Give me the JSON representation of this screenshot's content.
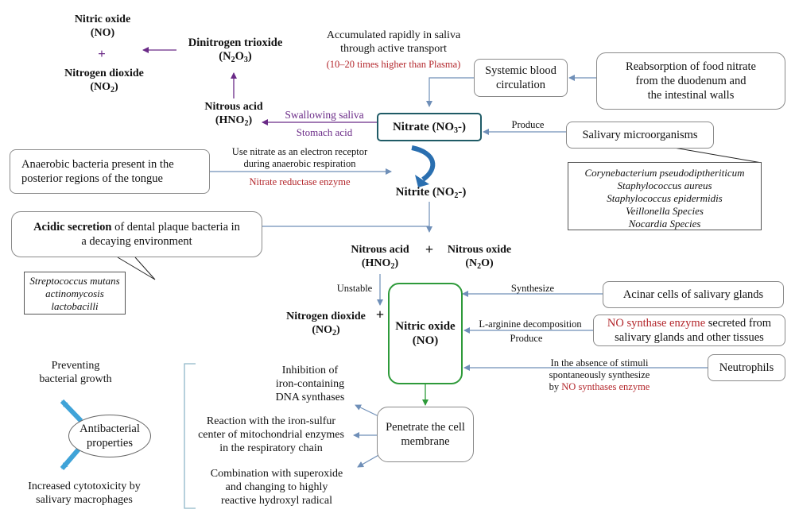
{
  "top_left": {
    "nitric_oxide": "Nitric oxide",
    "no_formula": "(NO)",
    "plus": "+",
    "nitrogen_dioxide": "Nitrogen dioxide",
    "no2_formula_main": "(NO",
    "no2_sub": "2",
    "no2_close": ")"
  },
  "dinitrogen": {
    "label": "Dinitrogen trioxide",
    "formula_main": "(N",
    "sub1": "2",
    "mid": "O",
    "sub2": "3",
    "close": ")"
  },
  "nitrous_top": {
    "label": "Nitrous acid",
    "formula_main": "(HNO",
    "sub": "2",
    "close": ")"
  },
  "swallowing": "Swallowing saliva",
  "stomach_acid": "Stomach acid",
  "accumulated": {
    "line1": "Accumulated rapidly in saliva",
    "line2": "through active transport",
    "note": "(10–20 times higher than Plasma)"
  },
  "systemic": {
    "line1": "Systemic blood",
    "line2": "circulation"
  },
  "reabsorption": {
    "line1": "Reabsorption of food nitrate",
    "line2": "from the duodenum and",
    "line3": "the intestinal walls"
  },
  "nitrate": {
    "main": "Nitrate (NO",
    "sub": "3",
    "close": "-)"
  },
  "produce_top": "Produce",
  "salivary_micro": "Salivary microorganisms",
  "micro_species": [
    "Corynebacterium pseudodiptheriticum",
    "Staphylococcus aureus",
    "Staphylococcus epidermidis",
    "Veillonella Species",
    "Nocardia Species"
  ],
  "anaerobic": {
    "line1": "Anaerobic bacteria present in the",
    "line2": "posterior regions of the tongue"
  },
  "use_nitrate": {
    "line1": "Use nitrate as an electron receptor",
    "line2": "during anaerobic respiration"
  },
  "reductase": "Nitrate reductase enzyme",
  "nitrite": {
    "main": "Nitrite (NO",
    "sub": "2",
    "close": "-)"
  },
  "acidic": {
    "bold": "Acidic secretion",
    "rest": " of dental plaque bacteria in",
    "line2": "a decaying environment"
  },
  "plaque_species": [
    "Streptococcus mutans",
    "actinomycosis",
    "lactobacilli"
  ],
  "nitrous_mid": {
    "label": "Nitrous acid",
    "formula_main": "(HNO",
    "sub": "2",
    "close": ")"
  },
  "plus_mid": "+",
  "nitrous_oxide": {
    "label": "Nitrous oxide",
    "formula_main": "(N",
    "sub": "2",
    "close": "O)"
  },
  "unstable": "Unstable",
  "nitrogen_dioxide_mid": {
    "label": "Nitrogen dioxide",
    "formula_main": "(NO",
    "sub": "2",
    "close": ")"
  },
  "plus_left": "+",
  "nitric_center": {
    "label": "Nitric oxide",
    "formula": "(NO)"
  },
  "synthesize": "Synthesize",
  "acinar": "Acinar cells of salivary glands",
  "larginine": "L-arginine decomposition",
  "produce_mid": "Produce",
  "no_synthase_box": {
    "red": "NO synthase enzyme",
    "rest": " secreted from",
    "line2": "salivary glands and other tissues"
  },
  "absence": {
    "line1": "In the absence of stimuli",
    "line2": "spontaneously synthesize",
    "line3_prefix": "by ",
    "line3_red": "NO synthases enzyme"
  },
  "neutrophils": "Neutrophils",
  "penetrate": {
    "line1": "Penetrate the cell",
    "line2": "membrane"
  },
  "inhibition": {
    "line1": "Inhibition  of",
    "line2": "iron-containing",
    "line3": "DNA synthases"
  },
  "reaction": {
    "line1": "Reaction with the iron-sulfur",
    "line2": "center of mitochondrial enzymes",
    "line3": "in the respiratory chain"
  },
  "combination": {
    "line1": "Combination with superoxide",
    "line2": "and changing to highly",
    "line3": "reactive hydroxyl radical"
  },
  "preventing": {
    "line1": "Preventing",
    "line2": "bacterial  growth"
  },
  "antibacterial": {
    "line1": "Antibacterial",
    "line2": "properties"
  },
  "cytotoxicity": {
    "line1": "Increased cytotoxicity  by",
    "line2": "salivary macrophages"
  },
  "colors": {
    "arrow_blue": "#6f8fb8",
    "green": "#2e9a3a",
    "purple": "#6a2a87",
    "red": "#b3262b",
    "cyan": "#3fa3d8",
    "teal_box": "#1f5b66"
  }
}
